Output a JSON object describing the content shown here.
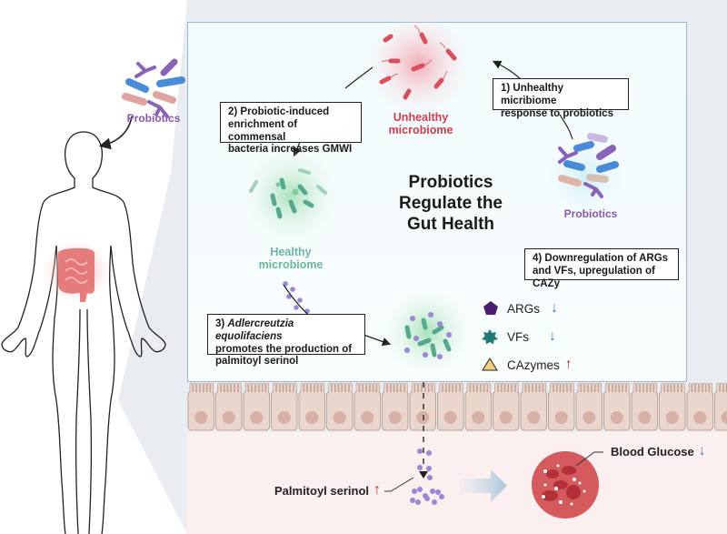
{
  "figure": {
    "title_lines": [
      "Probiotics",
      "Regulate the",
      "Gut Health"
    ],
    "left_probiotics_label": "Probiotics",
    "unhealthy_label_lines": [
      "Unhealthy",
      "microbiome"
    ],
    "healthy_label_lines": [
      "Healthy",
      "microbiome"
    ],
    "probiotics_right_label": "Probiotics",
    "steps": {
      "step1_lines": [
        "1) Unhealthy micribiome",
        "response to probiotics"
      ],
      "step2_lines": [
        "2) Probiotic-induced",
        "enrichment of commensal",
        "bacteria increases GMWI"
      ],
      "step3": {
        "prefix": "3) ",
        "italic": "Adlercreutzia equolifaciens",
        "lines_rest": [
          "promotes the production of",
          "palmitoyl serinol"
        ]
      },
      "step4_lines": [
        "4)  Downregulation of ARGs",
        "and VFs, upregulation of CAZy"
      ]
    },
    "legend": [
      {
        "icon": "pentagon-icon",
        "label": "ARGs",
        "trend": "down",
        "trend_glyph": "↓"
      },
      {
        "icon": "star-icon",
        "label": "VFs",
        "trend": "down",
        "trend_glyph": "↓"
      },
      {
        "icon": "triangle-icon",
        "label": "CAzymes",
        "trend": "up",
        "trend_glyph": "↑"
      }
    ],
    "palmitoyl_label": "Palmitoyl serinol",
    "palmitoyl_trend_glyph": "↑",
    "blood_glucose_label": "Blood Glucose",
    "blood_glucose_trend_glyph": "↓",
    "colors": {
      "unhealthy": "#d63a4c",
      "healthy": "#6ab89c",
      "probiotics": "#8a56b0",
      "down_arrow": "#3b82c4",
      "up_arrow": "#c42b2b",
      "panel_bg": "#f3fbfd",
      "blood_bg": "#fcefef",
      "epithelium": "#ead6cd",
      "metabolite": "#9a86d4"
    }
  }
}
